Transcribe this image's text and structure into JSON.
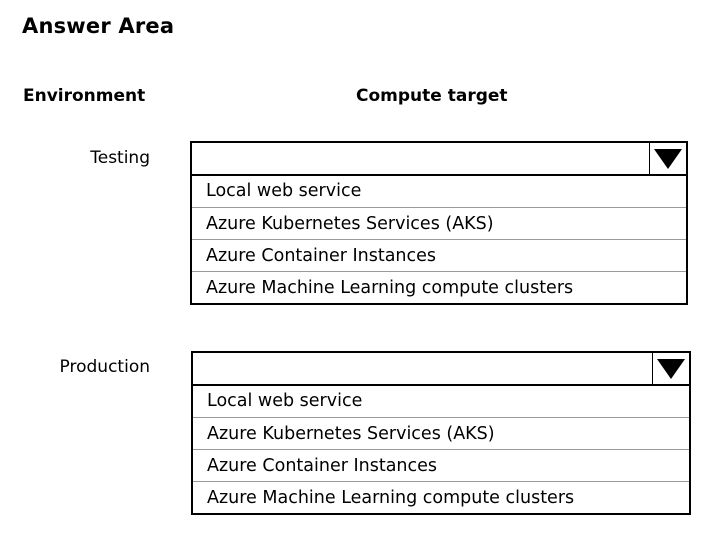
{
  "page": {
    "title": "Answer Area"
  },
  "table": {
    "headers": {
      "environment": "Environment",
      "compute_target": "Compute target"
    },
    "rows": [
      {
        "environment": "Testing",
        "dropdown": {
          "selected": "",
          "arrow_icon": "caret-down-icon",
          "options": [
            "Local web service",
            "Azure Kubernetes Services (AKS)",
            "Azure Container Instances",
            "Azure Machine Learning compute clusters"
          ]
        }
      },
      {
        "environment": "Production",
        "dropdown": {
          "selected": "",
          "arrow_icon": "caret-down-icon",
          "options": [
            "Local web service",
            "Azure Kubernetes Services (AKS)",
            "Azure Container Instances",
            "Azure Machine Learning compute clusters"
          ]
        }
      }
    ]
  },
  "colors": {
    "background": "#ffffff",
    "text": "#000000",
    "border": "#000000",
    "option_divider": "#9a9a9a"
  }
}
